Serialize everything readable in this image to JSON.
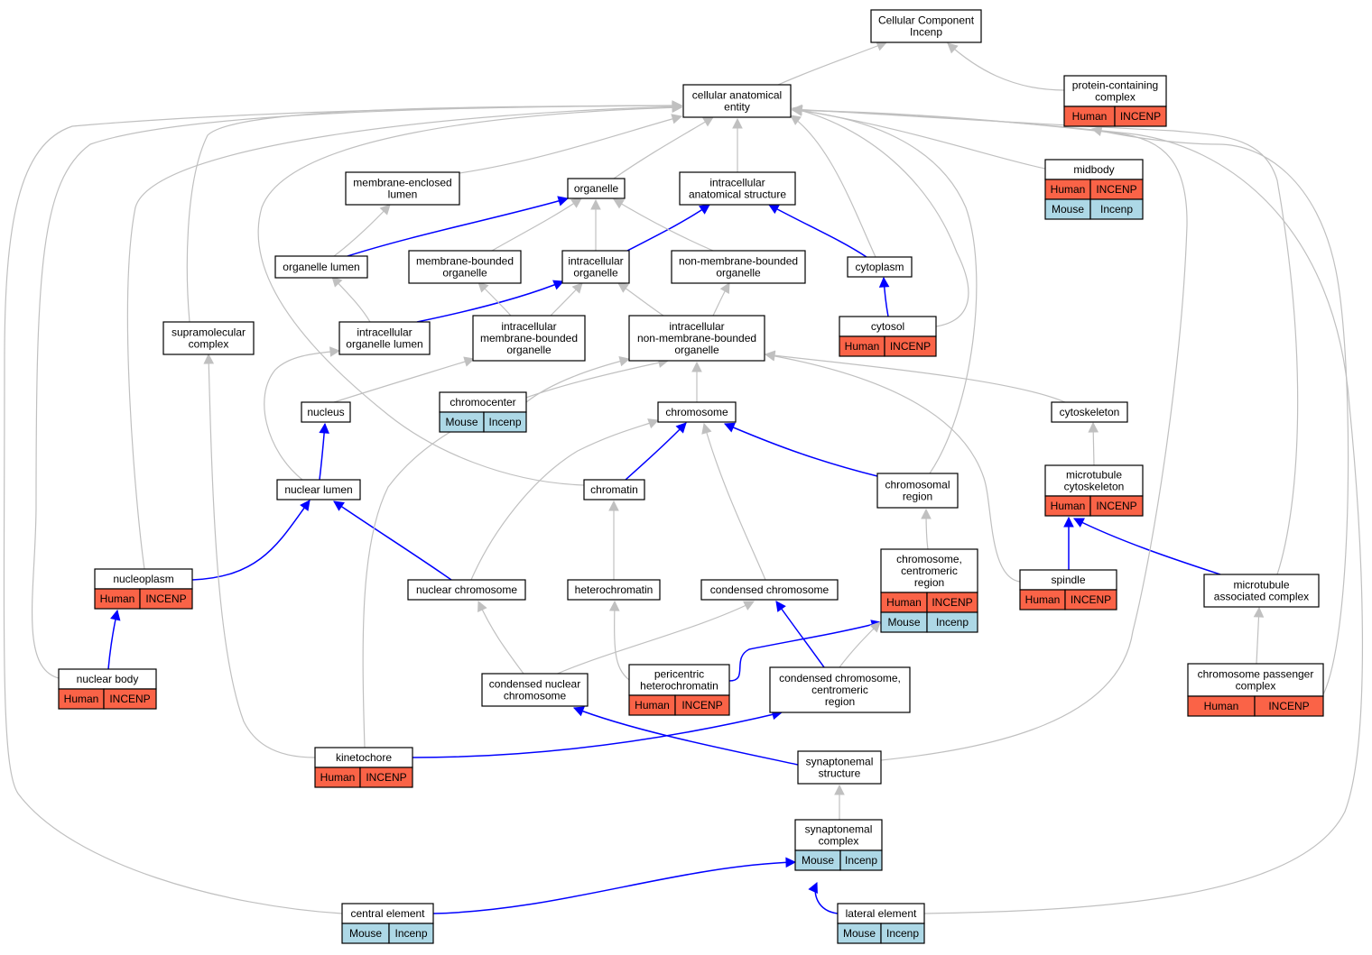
{
  "nodes": {
    "cc": {
      "lines": [
        "Cellular Component",
        "Incenp"
      ],
      "cells": []
    },
    "cae": {
      "lines": [
        "cellular anatomical",
        "entity"
      ],
      "cells": []
    },
    "pcc": {
      "lines": [
        "protein-containing",
        "complex"
      ],
      "cells": [
        [
          "Human",
          "INCENP"
        ]
      ]
    },
    "mel": {
      "lines": [
        "membrane-enclosed",
        "lumen"
      ],
      "cells": []
    },
    "org": {
      "lines": [
        "organelle"
      ],
      "cells": []
    },
    "ias": {
      "lines": [
        "intracellular",
        "anatomical structure"
      ],
      "cells": []
    },
    "mid": {
      "lines": [
        "midbody"
      ],
      "cells": [
        [
          "Human",
          "INCENP"
        ],
        [
          "Mouse",
          "Incenp"
        ]
      ]
    },
    "orl": {
      "lines": [
        "organelle lumen"
      ],
      "cells": []
    },
    "mbo": {
      "lines": [
        "membrane-bounded",
        "organelle"
      ],
      "cells": []
    },
    "io": {
      "lines": [
        "intracellular",
        "organelle"
      ],
      "cells": []
    },
    "nmbo": {
      "lines": [
        "non-membrane-bounded",
        "organelle"
      ],
      "cells": []
    },
    "cyt": {
      "lines": [
        "cytoplasm"
      ],
      "cells": []
    },
    "smc": {
      "lines": [
        "supramolecular",
        "complex"
      ],
      "cells": []
    },
    "iol": {
      "lines": [
        "intracellular",
        "organelle lumen"
      ],
      "cells": []
    },
    "imbo": {
      "lines": [
        "intracellular",
        "membrane-bounded",
        "organelle"
      ],
      "cells": []
    },
    "inmbo": {
      "lines": [
        "intracellular",
        "non-membrane-bounded",
        "organelle"
      ],
      "cells": []
    },
    "cytosol": {
      "lines": [
        "cytosol"
      ],
      "cells": [
        [
          "Human",
          "INCENP"
        ]
      ]
    },
    "nuc": {
      "lines": [
        "nucleus"
      ],
      "cells": []
    },
    "chc": {
      "lines": [
        "chromocenter"
      ],
      "cells": [
        [
          "Mouse",
          "Incenp"
        ]
      ]
    },
    "chr": {
      "lines": [
        "chromosome"
      ],
      "cells": []
    },
    "csk": {
      "lines": [
        "cytoskeleton"
      ],
      "cells": []
    },
    "nl": {
      "lines": [
        "nuclear lumen"
      ],
      "cells": []
    },
    "chromatin": {
      "lines": [
        "chromatin"
      ],
      "cells": []
    },
    "chreg": {
      "lines": [
        "chromosomal",
        "region"
      ],
      "cells": []
    },
    "mtc": {
      "lines": [
        "microtubule",
        "cytoskeleton"
      ],
      "cells": [
        [
          "Human",
          "INCENP"
        ]
      ]
    },
    "np": {
      "lines": [
        "nucleoplasm"
      ],
      "cells": [
        [
          "Human",
          "INCENP"
        ]
      ]
    },
    "nchr": {
      "lines": [
        "nuclear chromosome"
      ],
      "cells": []
    },
    "het": {
      "lines": [
        "heterochromatin"
      ],
      "cells": []
    },
    "cchr": {
      "lines": [
        "condensed chromosome"
      ],
      "cells": []
    },
    "ccr": {
      "lines": [
        "chromosome,",
        "centromeric",
        "region"
      ],
      "cells": [
        [
          "Human",
          "INCENP"
        ],
        [
          "Mouse",
          "Incenp"
        ]
      ]
    },
    "spindle": {
      "lines": [
        "spindle"
      ],
      "cells": [
        [
          "Human",
          "INCENP"
        ]
      ]
    },
    "mac": {
      "lines": [
        "microtubule",
        "associated complex"
      ],
      "cells": []
    },
    "nb": {
      "lines": [
        "nuclear body"
      ],
      "cells": [
        [
          "Human",
          "INCENP"
        ]
      ]
    },
    "cnc": {
      "lines": [
        "condensed nuclear",
        "chromosome"
      ],
      "cells": []
    },
    "pch": {
      "lines": [
        "pericentric",
        "heterochromatin"
      ],
      "cells": [
        [
          "Human",
          "INCENP"
        ]
      ]
    },
    "ccc": {
      "lines": [
        "condensed chromosome,",
        "centromeric",
        "region"
      ],
      "cells": []
    },
    "cpc": {
      "lines": [
        "chromosome passenger",
        "complex"
      ],
      "cells": [
        [
          "Human",
          "INCENP"
        ]
      ]
    },
    "kin": {
      "lines": [
        "kinetochore"
      ],
      "cells": [
        [
          "Human",
          "INCENP"
        ]
      ]
    },
    "sns": {
      "lines": [
        "synaptonemal",
        "structure"
      ],
      "cells": []
    },
    "snc": {
      "lines": [
        "synaptonemal",
        "complex"
      ],
      "cells": [
        [
          "Mouse",
          "Incenp"
        ]
      ]
    },
    "ce": {
      "lines": [
        "central element"
      ],
      "cells": [
        [
          "Mouse",
          "Incenp"
        ]
      ]
    },
    "le": {
      "lines": [
        "lateral element"
      ],
      "cells": [
        [
          "Mouse",
          "Incenp"
        ]
      ]
    }
  },
  "edges": [
    [
      "cae",
      "cc",
      "is_a"
    ],
    [
      "pcc",
      "cc",
      "is_a"
    ],
    [
      "mel",
      "cae",
      "is_a"
    ],
    [
      "org",
      "cae",
      "is_a"
    ],
    [
      "ias",
      "cae",
      "is_a"
    ],
    [
      "mid",
      "cae",
      "is_a"
    ],
    [
      "orl",
      "mel",
      "is_a"
    ],
    [
      "orl",
      "org",
      "part_of"
    ],
    [
      "mbo",
      "org",
      "is_a"
    ],
    [
      "io",
      "org",
      "is_a"
    ],
    [
      "io",
      "ias",
      "part_of"
    ],
    [
      "nmbo",
      "org",
      "is_a"
    ],
    [
      "cyt",
      "ias",
      "part_of"
    ],
    [
      "cyt",
      "cae",
      "is_a"
    ],
    [
      "smc",
      "cae",
      "is_a"
    ],
    [
      "iol",
      "orl",
      "is_a"
    ],
    [
      "iol",
      "io",
      "part_of"
    ],
    [
      "imbo",
      "mbo",
      "is_a"
    ],
    [
      "imbo",
      "io",
      "is_a"
    ],
    [
      "inmbo",
      "nmbo",
      "is_a"
    ],
    [
      "inmbo",
      "io",
      "is_a"
    ],
    [
      "cytosol",
      "cyt",
      "part_of"
    ],
    [
      "cytosol",
      "cae",
      "is_a"
    ],
    [
      "nuc",
      "imbo",
      "is_a"
    ],
    [
      "chc",
      "inmbo",
      "is_a"
    ],
    [
      "chr",
      "inmbo",
      "is_a"
    ],
    [
      "csk",
      "inmbo",
      "is_a"
    ],
    [
      "nl",
      "nuc",
      "part_of"
    ],
    [
      "nl",
      "iol",
      "is_a"
    ],
    [
      "chromatin",
      "chr",
      "part_of"
    ],
    [
      "chromatin",
      "cae",
      "is_a"
    ],
    [
      "chreg",
      "chr",
      "part_of"
    ],
    [
      "chreg",
      "cae",
      "is_a"
    ],
    [
      "mtc",
      "csk",
      "is_a"
    ],
    [
      "np",
      "nl",
      "part_of"
    ],
    [
      "np",
      "cae",
      "is_a"
    ],
    [
      "nchr",
      "nl",
      "part_of"
    ],
    [
      "nchr",
      "chr",
      "is_a"
    ],
    [
      "het",
      "chromatin",
      "is_a"
    ],
    [
      "cchr",
      "chr",
      "is_a"
    ],
    [
      "ccr",
      "chreg",
      "is_a"
    ],
    [
      "spindle",
      "mtc",
      "part_of"
    ],
    [
      "spindle",
      "inmbo",
      "is_a"
    ],
    [
      "mac",
      "mtc",
      "part_of"
    ],
    [
      "mac",
      "cae",
      "is_a"
    ],
    [
      "nb",
      "np",
      "part_of"
    ],
    [
      "nb",
      "cae",
      "is_a"
    ],
    [
      "cnc",
      "nchr",
      "is_a"
    ],
    [
      "cnc",
      "cchr",
      "is_a"
    ],
    [
      "pch",
      "het",
      "is_a"
    ],
    [
      "pch",
      "ccr",
      "part_of"
    ],
    [
      "ccc",
      "cchr",
      "part_of"
    ],
    [
      "ccc",
      "ccr",
      "is_a"
    ],
    [
      "cpc",
      "mac",
      "is_a"
    ],
    [
      "cpc",
      "pcc",
      "is_a"
    ],
    [
      "kin",
      "ccc",
      "part_of"
    ],
    [
      "kin",
      "smc",
      "is_a"
    ],
    [
      "kin",
      "inmbo",
      "is_a"
    ],
    [
      "sns",
      "cnc",
      "part_of"
    ],
    [
      "sns",
      "cae",
      "is_a"
    ],
    [
      "snc",
      "sns",
      "is_a"
    ],
    [
      "ce",
      "snc",
      "part_of"
    ],
    [
      "ce",
      "cae",
      "is_a"
    ],
    [
      "le",
      "snc",
      "part_of"
    ],
    [
      "le",
      "cae",
      "is_a"
    ]
  ],
  "colors": {
    "human": "#fa6347",
    "mouse": "#add8e6",
    "is_a_edge": "#c0c0c0",
    "part_of_edge": "#0000ff"
  }
}
